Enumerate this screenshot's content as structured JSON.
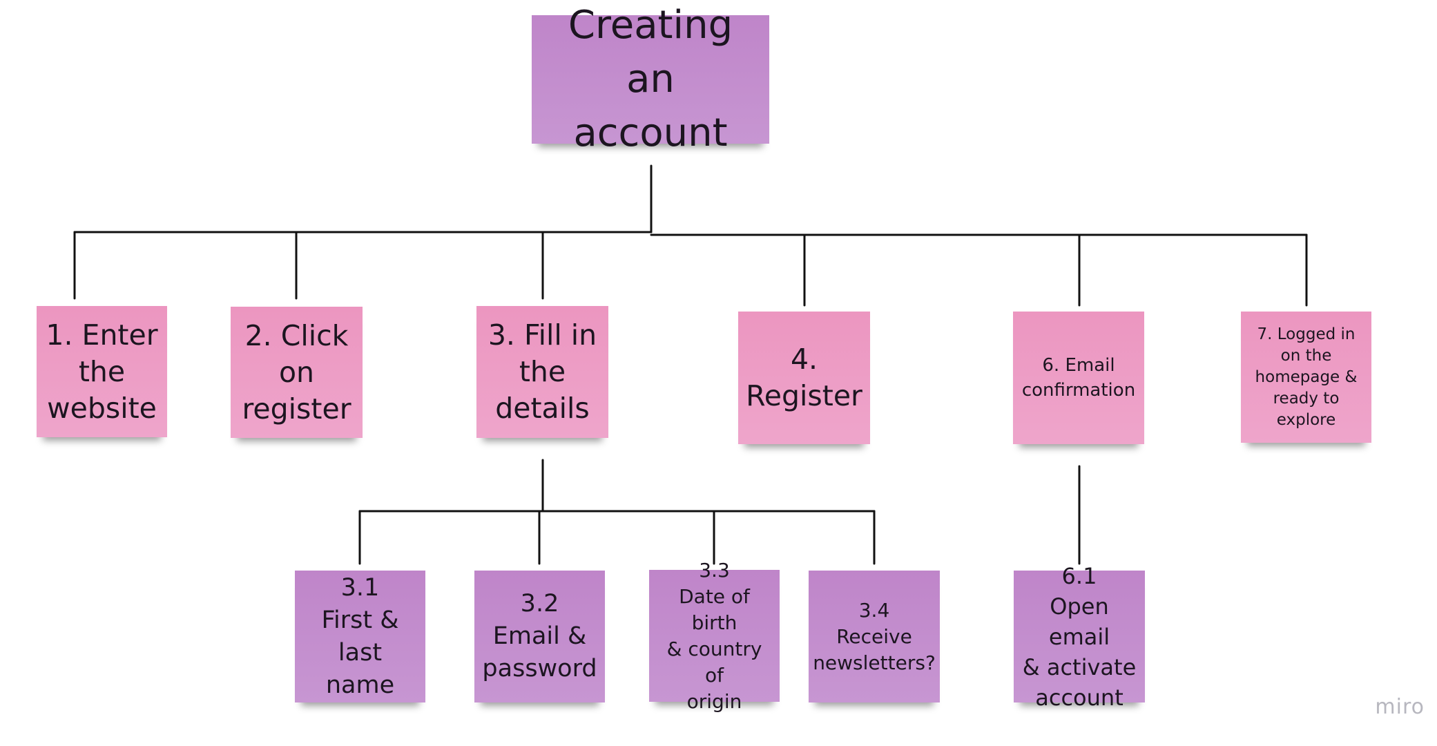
{
  "diagram": {
    "root": {
      "label": "Creating an\naccount"
    },
    "steps": [
      {
        "label": "1. Enter\nthe\nwebsite"
      },
      {
        "label": "2. Click\non\nregister"
      },
      {
        "label": "3. Fill in\nthe\ndetails"
      },
      {
        "label": "4.\nRegister"
      },
      {
        "label": "6. Email\nconfirmation"
      },
      {
        "label": "7. Logged in\non the\nhomepage &\nready to\nexplore"
      }
    ],
    "details_substeps": [
      {
        "label": "3.1\nFirst &\nlast name"
      },
      {
        "label": "3.2\nEmail &\npassword"
      },
      {
        "label": "3.3\nDate of birth\n& country of\norigin"
      },
      {
        "label": "3.4\nReceive\nnewsletters?"
      }
    ],
    "email_substeps": [
      {
        "label": "6.1\nOpen email\n& activate\naccount"
      }
    ]
  },
  "watermark": "miro",
  "colors": {
    "note_pink": "#ec96c0",
    "note_purple": "#bf85c9",
    "connector": "#111111",
    "watermark": "#b7b7bf"
  }
}
